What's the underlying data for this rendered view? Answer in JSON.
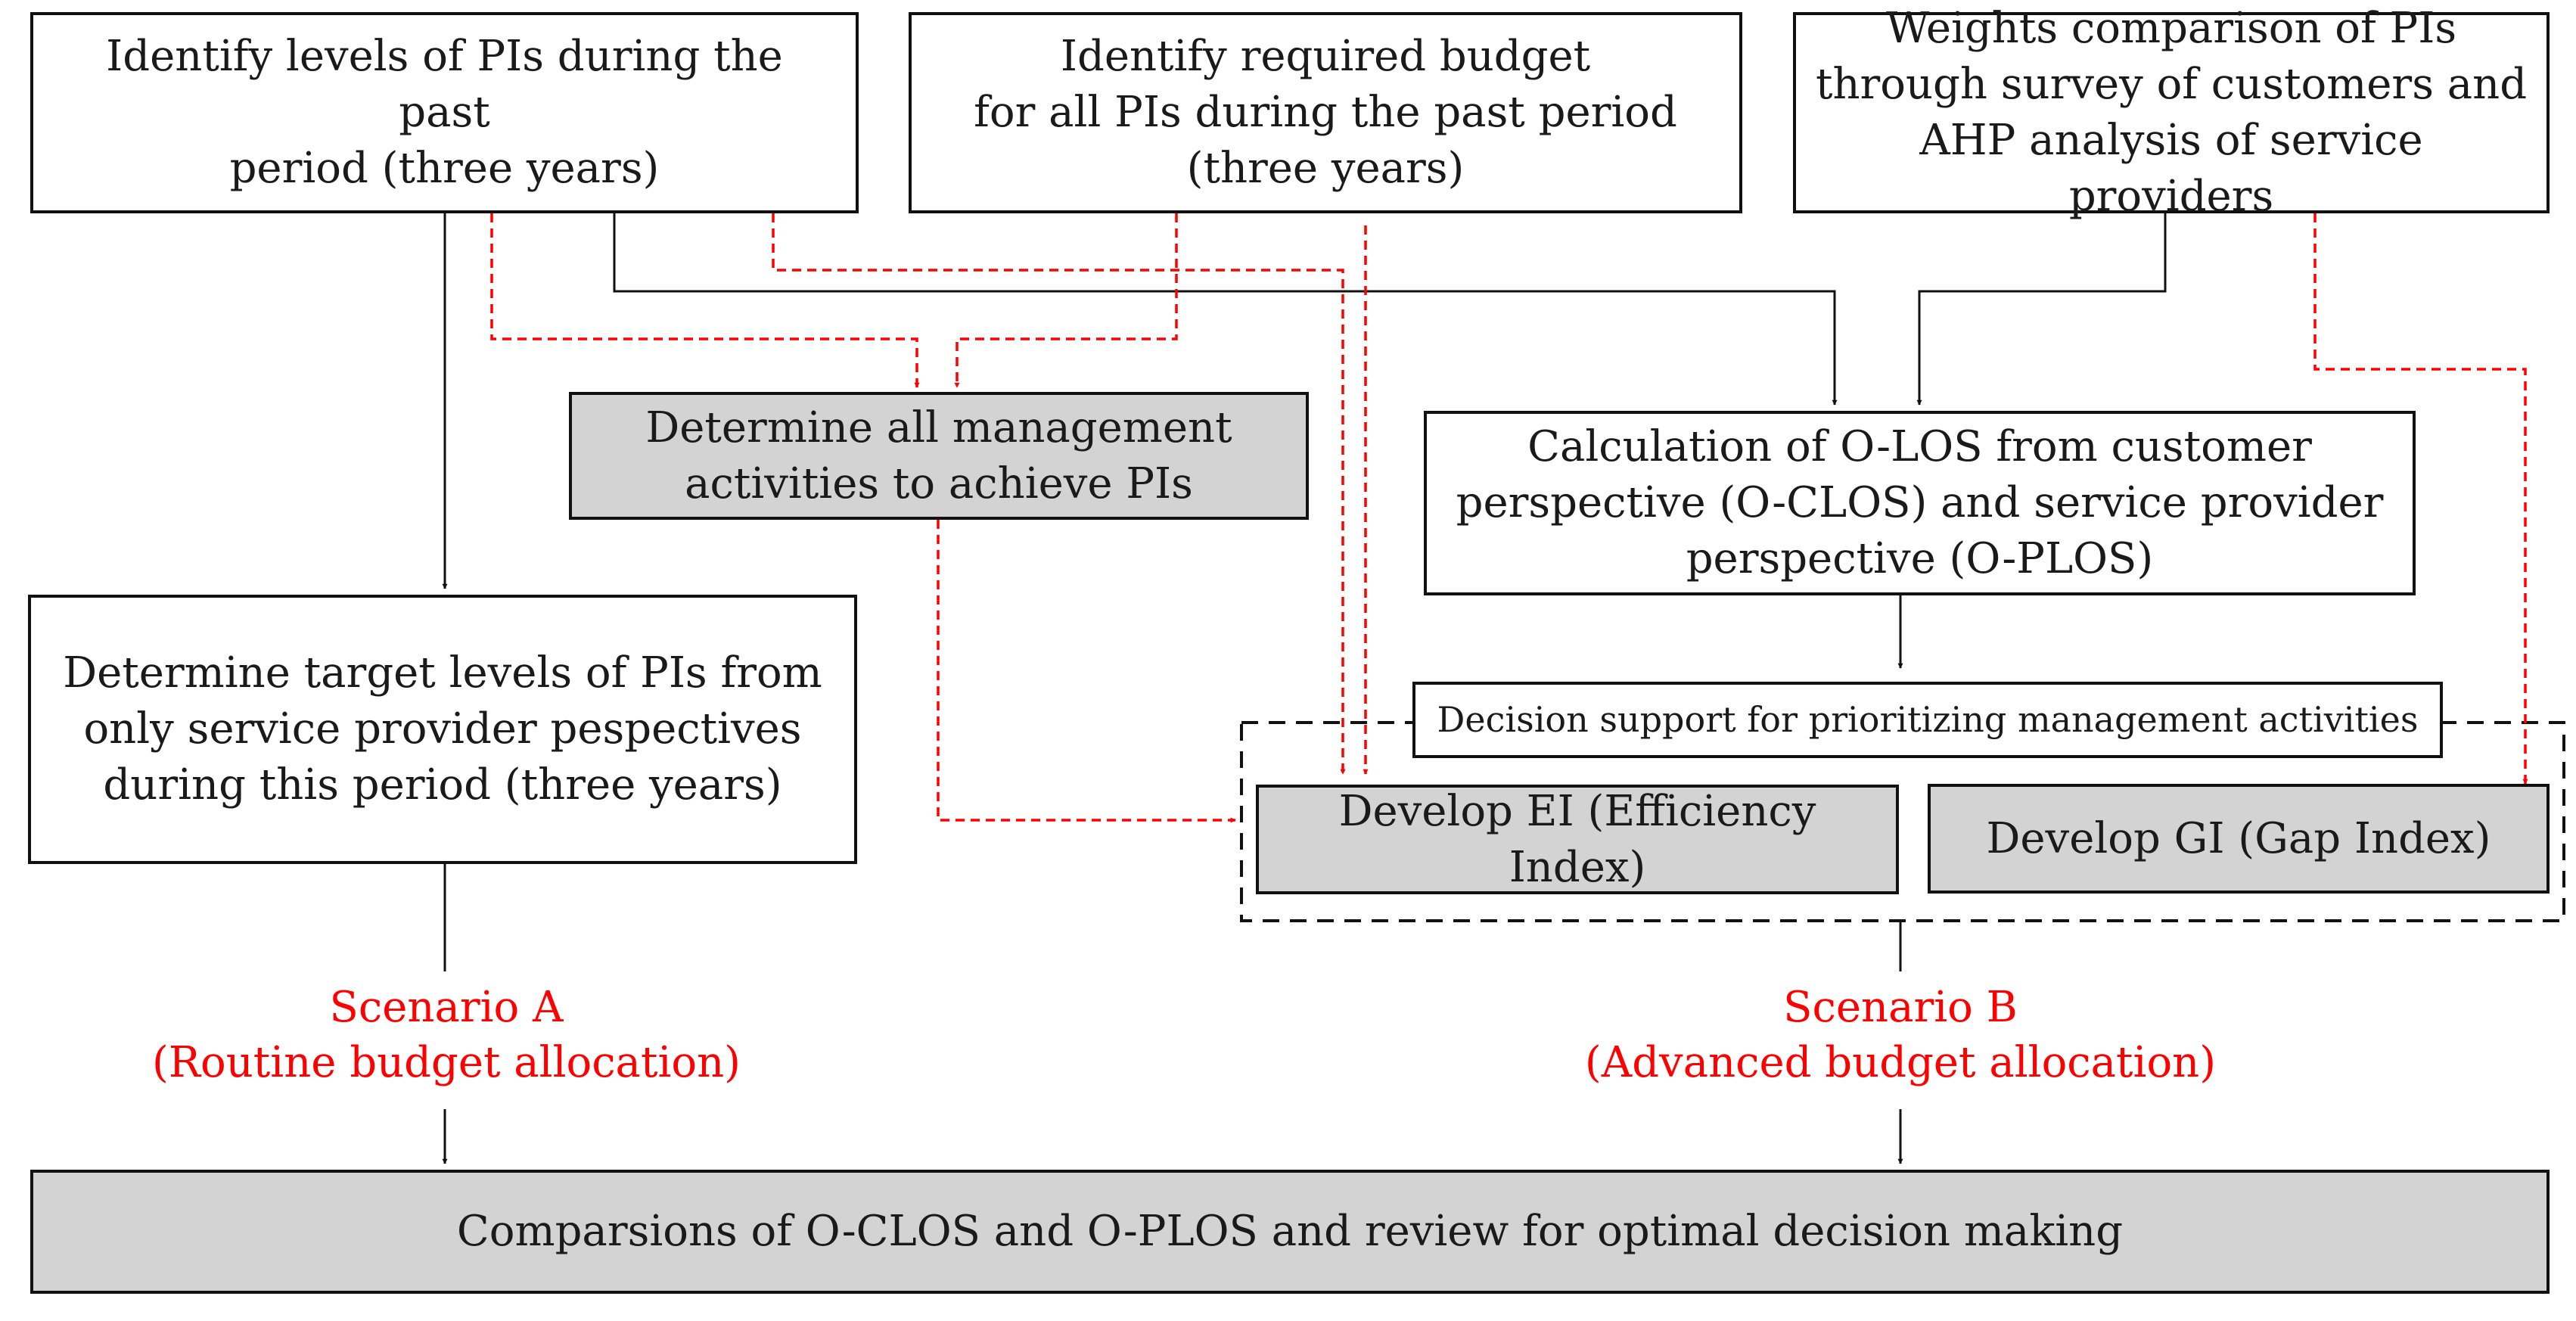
{
  "nodes": {
    "identify_levels": "Identify levels of PIs during the past\nperiod (three years)",
    "identify_budget": "Identify required budget\nfor all PIs during the past period\n(three years)",
    "weights_comparison": "Weights comparison of PIs\nthrough survey of customers and\nAHP analysis of service providers",
    "determine_activities": "Determine all management\nactivities to achieve PIs",
    "calculation_olos": "Calculation of O-LOS from customer\nperspective (O-CLOS) and service provider\nperspective (O-PLOS)",
    "determine_target": "Determine target levels of PIs from\nonly service provider pespectives\nduring this period (three years)",
    "decision_support": "Decision support for prioritizing management activities",
    "develop_ei": "Develop EI (Efficiency Index)",
    "develop_gi": "Develop GI (Gap Index)",
    "comparisons": "Comparsions of O-CLOS and O-PLOS and review for optimal decision making"
  },
  "scenarios": {
    "a": "Scenario A\n(Routine budget allocation)",
    "b": "Scenario B\n(Advanced budget allocation)"
  },
  "colors": {
    "box_fill_grey": "#d3d3d3",
    "border": "#111111",
    "red_accent": "#ff0000"
  }
}
